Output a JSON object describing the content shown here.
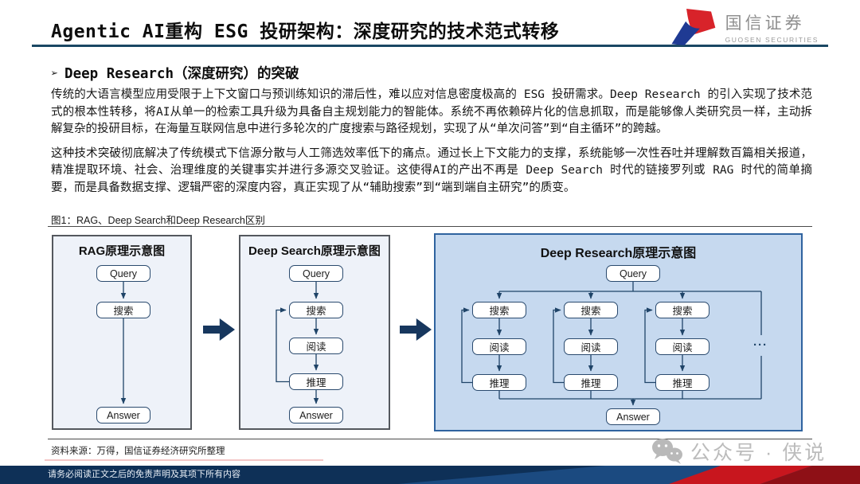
{
  "header": {
    "title": "Agentic AI重构 ESG 投研架构：深度研究的技术范式转移",
    "logo": {
      "name_cn": "国信证券",
      "name_en": "GUOSEN SECURITIES"
    }
  },
  "section": {
    "bullet": "➢",
    "heading": "Deep Research（深度研究）的突破"
  },
  "paragraphs": [
    "传统的大语言模型应用受限于上下文窗口与预训练知识的滞后性，难以应对信息密度极高的 ESG 投研需求。Deep Research 的引入实现了技术范式的根本性转移，将AI从单一的检索工具升级为具备自主规划能力的智能体。系统不再依赖碎片化的信息抓取，而是能够像人类研究员一样，主动拆解复杂的投研目标，在海量互联网信息中进行多轮次的广度搜索与路径规划，实现了从“单次问答”到“自主循环”的跨越。",
    "这种技术突破彻底解决了传统模式下信源分散与人工筛选效率低下的痛点。通过长上下文能力的支撑，系统能够一次性吞吐并理解数百篇相关报道，精准提取环境、社会、治理维度的关键事实并进行多源交叉验证。这使得AI的产出不再是 Deep Search 时代的链接罗列或 RAG 时代的简单摘要，而是具备数据支撑、逻辑严密的深度内容，真正实现了从“辅助搜索”到“端到端自主研究”的质变。"
  ],
  "figure": {
    "caption": "图1：RAG、Deep Search和Deep Research区别",
    "rag": {
      "title": "RAG原理示意图",
      "query": "Query",
      "search": "搜索",
      "answer": "Answer"
    },
    "deep_search": {
      "title": "Deep Search原理示意图",
      "query": "Query",
      "search": "搜索",
      "read": "阅读",
      "reason": "推理",
      "answer": "Answer"
    },
    "deep_research": {
      "title": "Deep Research原理示意图",
      "query": "Query",
      "search": "搜索",
      "read": "阅读",
      "reason": "推理",
      "answer": "Answer",
      "ellipsis": "···"
    },
    "source": "资料来源：万得，国信证券经济研究所整理"
  },
  "watermark": {
    "text": "公众号 · 侠说"
  },
  "footer": {
    "disclaimer": "请务必阅读正文之后的免责声明及其项下所有内容"
  },
  "colors": {
    "accent_navy": "#17375e",
    "panel_blue": "#c6d9ef",
    "brand_red": "#d8232a",
    "brand_blue": "#1f3a93",
    "footer_navy": "#0e3057"
  }
}
